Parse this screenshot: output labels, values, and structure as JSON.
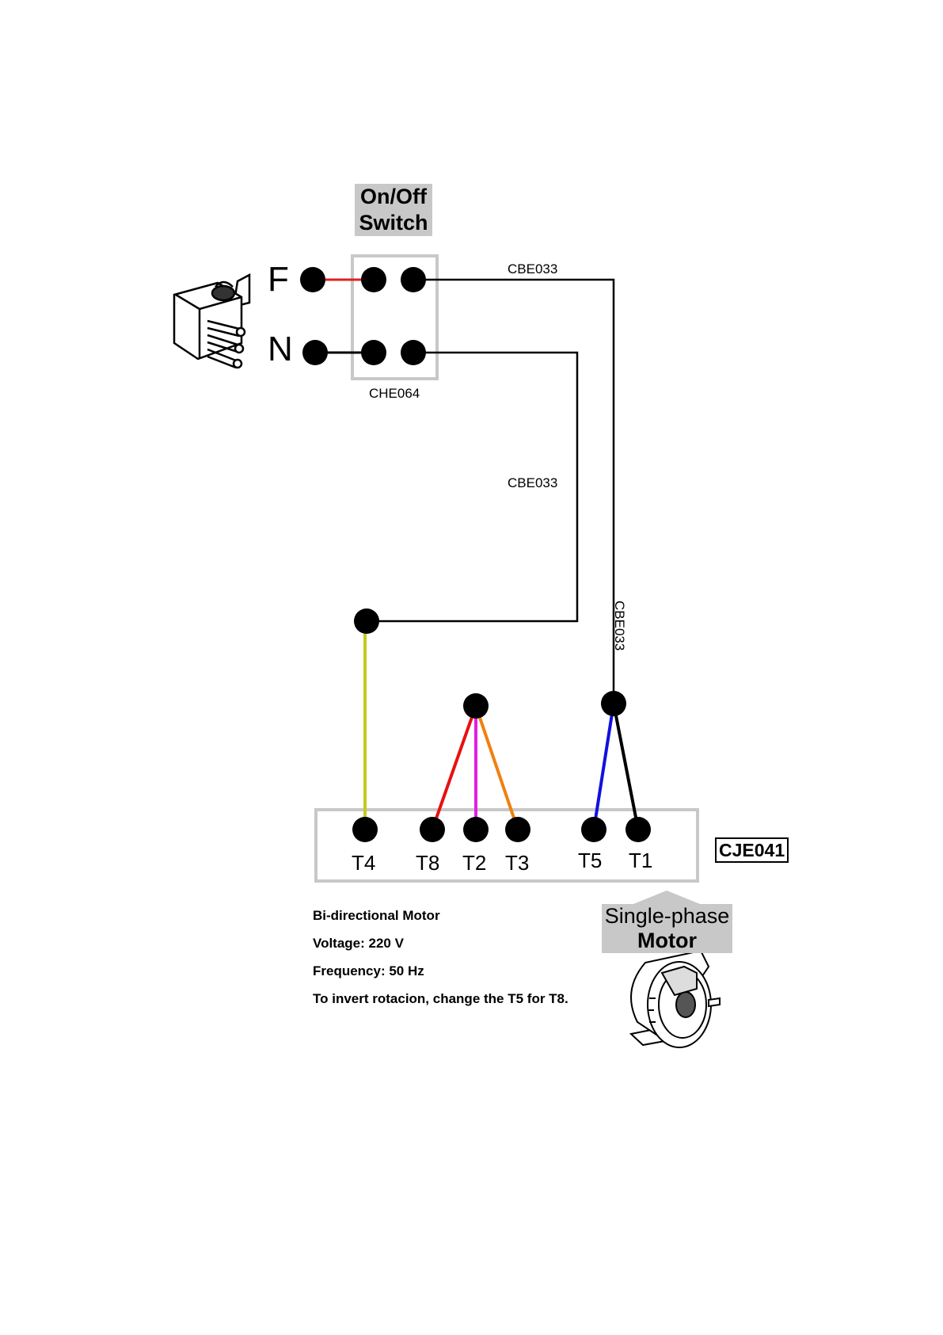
{
  "switch": {
    "title_line1": "On/Off",
    "title_line2": "Switch",
    "code": "CHE064"
  },
  "plug": {
    "phase_label": "F",
    "neutral_label": "N"
  },
  "cables": {
    "phase_cable": "CBE033",
    "neutral_cable": "CBE033",
    "motor_cable": "CBE033"
  },
  "terminals": [
    "T4",
    "T8",
    "T2",
    "T3",
    "T5",
    "T1"
  ],
  "terminal_box": {
    "code": "CJE041"
  },
  "motor": {
    "title_line1": "Single-phase",
    "title_line2": "Motor"
  },
  "notes": {
    "line1": "Bi-directional Motor",
    "line2": "Voltage: 220 V",
    "line3": "Frequency: 50 Hz",
    "line4": "To invert rotacion, change the T5 for T8."
  },
  "wire_colors": {
    "phase_link": "#e02020",
    "t4": "#c8c81e",
    "t8": "#e81010",
    "t2": "#e020e0",
    "t3": "#f08010",
    "t5": "#1010e0",
    "t1": "#000000"
  }
}
